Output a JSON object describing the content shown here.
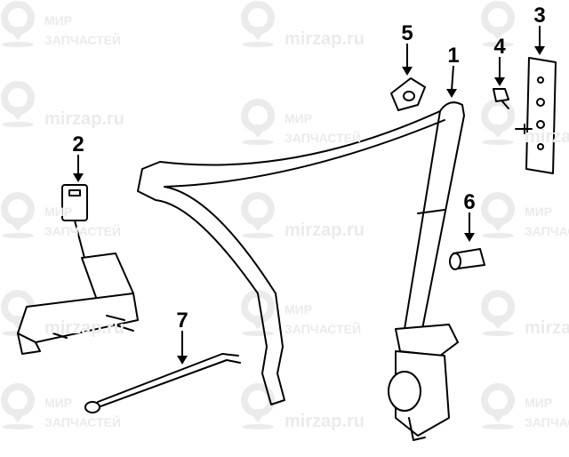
{
  "watermark": {
    "line1": "МИР",
    "line2": "ЗАПЧАСТЕЙ",
    "url": "mirzap.ru",
    "color": "#ebebeb"
  },
  "callouts": [
    {
      "id": "1",
      "label": "1"
    },
    {
      "id": "2",
      "label": "2"
    },
    {
      "id": "3",
      "label": "3"
    },
    {
      "id": "4",
      "label": "4"
    },
    {
      "id": "5",
      "label": "5"
    },
    {
      "id": "6",
      "label": "6"
    },
    {
      "id": "7",
      "label": "7"
    }
  ]
}
